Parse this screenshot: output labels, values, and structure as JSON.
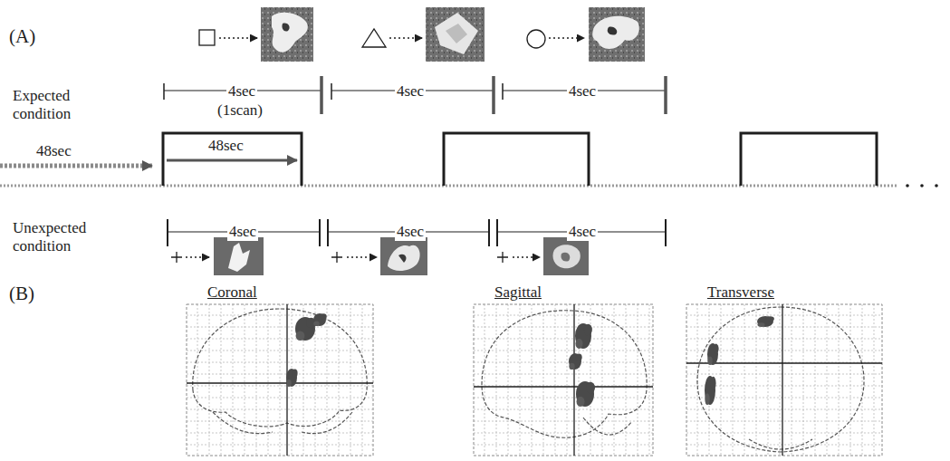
{
  "diagram": {
    "nodes": [
      {
        "text": [
          "Coronal"
        ]
      },
      {
        "text": [
          "Sagittal"
        ]
      },
      {
        "text": [
          "Transverse"
        ]
      }
    ],
    "labels": [
      "(A)",
      "Expected condition",
      "4sec",
      "(1scan)",
      "4sec",
      "4sec",
      "48sec",
      "48sec",
      "Unexpected condition",
      "4sec",
      "4sec",
      "4sec",
      "(B)"
    ]
  }
}
